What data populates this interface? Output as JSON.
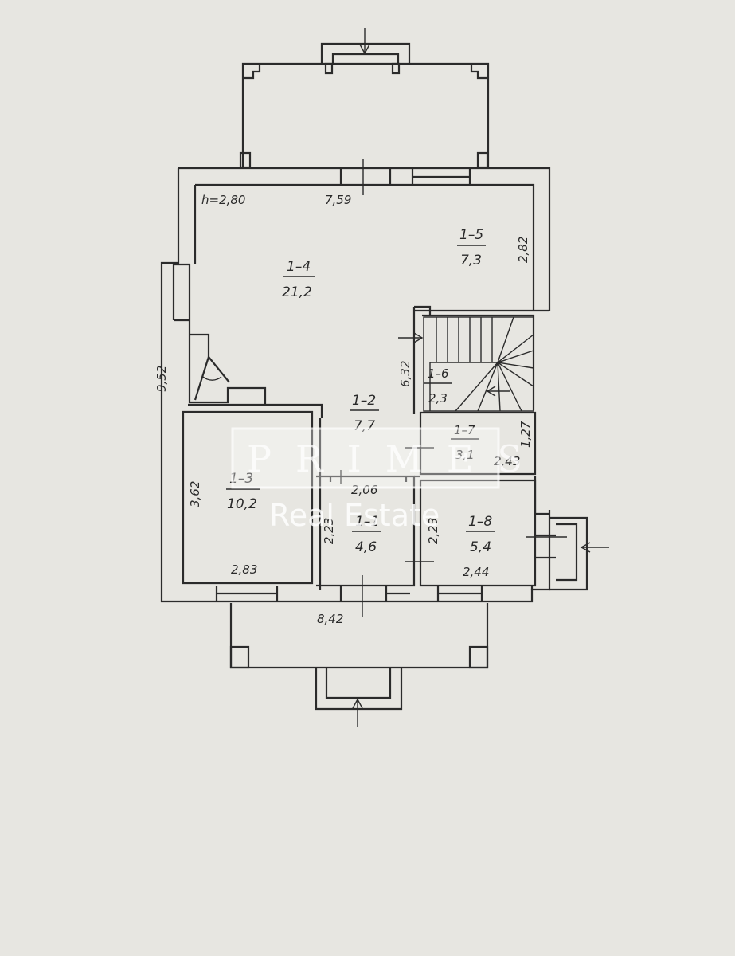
{
  "header": {
    "ceiling_height": "h=2,80"
  },
  "dimensions": {
    "top_width": "7,59",
    "bottom_width": "8,42",
    "left_height": "9,52",
    "stair_height": "6,32",
    "r15_height": "2,82",
    "r13_height": "3,62",
    "r13_width": "2,83",
    "r11_width": "2,06",
    "r11_height": "2,23",
    "r18_height": "2,23",
    "r18_width": "2,44",
    "r17_width": "2,43",
    "r17_height": "1,27"
  },
  "rooms": [
    {
      "id": "1–4",
      "area": "21,2"
    },
    {
      "id": "1–5",
      "area": "7,3"
    },
    {
      "id": "1–6",
      "area": "2,3"
    },
    {
      "id": "1–2",
      "area": "7,7"
    },
    {
      "id": "1–7",
      "area": "3,1"
    },
    {
      "id": "1–3",
      "area": "10,2"
    },
    {
      "id": "1–1",
      "area": "4,6"
    },
    {
      "id": "1–8",
      "area": "5,4"
    }
  ],
  "watermark": {
    "letters": "PRIMES",
    "subtitle": "Real Estate"
  },
  "colors": {
    "paper": "#e7e6e1",
    "ink": "#2b2b2b"
  }
}
